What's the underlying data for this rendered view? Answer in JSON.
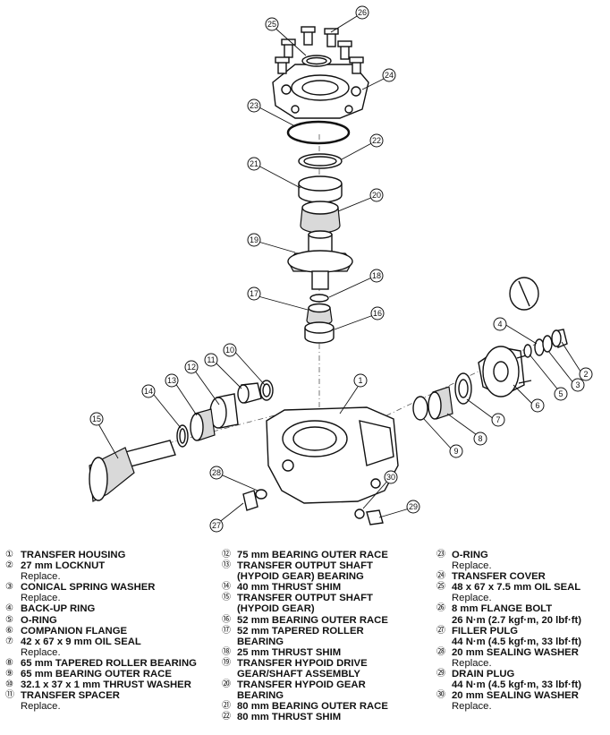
{
  "callout_numbers": [
    "①",
    "②",
    "③",
    "④",
    "⑤",
    "⑥",
    "⑦",
    "⑧",
    "⑨",
    "⑩",
    "⑪",
    "⑫",
    "⑬",
    "⑭",
    "⑮",
    "⑯",
    "⑰",
    "⑱",
    "⑲",
    "⑳",
    "㉑",
    "㉒",
    "㉓",
    "㉔",
    "㉕",
    "㉖",
    "㉗",
    "㉘",
    "㉙",
    "㉚"
  ],
  "legend": {
    "col1": [
      {
        "num": "①",
        "label": "TRANSFER HOUSING"
      },
      {
        "num": "②",
        "label": "27 mm LOCKNUT",
        "note": "Replace."
      },
      {
        "num": "③",
        "label": "CONICAL SPRING WASHER",
        "note": "Replace."
      },
      {
        "num": "④",
        "label": "BACK-UP RING"
      },
      {
        "num": "⑤",
        "label": "O-RING"
      },
      {
        "num": "⑥",
        "label": "COMPANION FLANGE"
      },
      {
        "num": "⑦",
        "label": "42 x 67 x 9 mm OIL SEAL",
        "note": "Replace."
      },
      {
        "num": "⑧",
        "label": "65 mm TAPERED ROLLER BEARING"
      },
      {
        "num": "⑨",
        "label": "65 mm BEARING OUTER RACE"
      },
      {
        "num": "⑩",
        "label": "32.1 x 37 x 1 mm THRUST WASHER"
      },
      {
        "num": "⑪",
        "label": "TRANSFER SPACER",
        "note": "Replace."
      }
    ],
    "col2": [
      {
        "num": "⑫",
        "label": "75 mm BEARING OUTER RACE"
      },
      {
        "num": "⑬",
        "label": "TRANSFER OUTPUT SHAFT",
        "cont": "(HYPOID GEAR) BEARING"
      },
      {
        "num": "⑭",
        "label": "40 mm THRUST SHIM"
      },
      {
        "num": "⑮",
        "label": "TRANSFER OUTPUT SHAFT",
        "cont": "(HYPOID GEAR)"
      },
      {
        "num": "⑯",
        "label": "52 mm BEARING OUTER RACE"
      },
      {
        "num": "⑰",
        "label": "52 mm TAPERED ROLLER",
        "cont": "BEARING"
      },
      {
        "num": "⑱",
        "label": "25 mm THRUST SHIM"
      },
      {
        "num": "⑲",
        "label": "TRANSFER HYPOID DRIVE",
        "cont": "GEAR/SHAFT ASSEMBLY"
      },
      {
        "num": "⑳",
        "label": "TRANSFER HYPOID GEAR",
        "cont": "BEARING"
      },
      {
        "num": "㉑",
        "label": "80 mm BEARING OUTER RACE"
      },
      {
        "num": "㉒",
        "label": "80 mm THRUST SHIM"
      }
    ],
    "col3": [
      {
        "num": "㉓",
        "label": "O-RING",
        "note": "Replace."
      },
      {
        "num": "㉔",
        "label": "TRANSFER COVER"
      },
      {
        "num": "㉕",
        "label": "48 x 67 x 7.5 mm OIL SEAL",
        "note": "Replace."
      },
      {
        "num": "㉖",
        "label": "8 mm FLANGE BOLT",
        "cont": "26 N·m (2.7 kgf·m, 20 lbf·ft)"
      },
      {
        "num": "㉗",
        "label": "FILLER PULG",
        "cont": "44 N·m (4.5 kgf·m, 33 lbf·ft)"
      },
      {
        "num": "㉘",
        "label": "20 mm SEALING WASHER",
        "note": "Replace."
      },
      {
        "num": "㉙",
        "label": "DRAIN PLUG",
        "cont": "44 N·m (4.5 kgf·m, 33 lbf·ft)"
      },
      {
        "num": "㉚",
        "label": "20 mm SEALING WASHER",
        "note": "Replace."
      }
    ]
  }
}
